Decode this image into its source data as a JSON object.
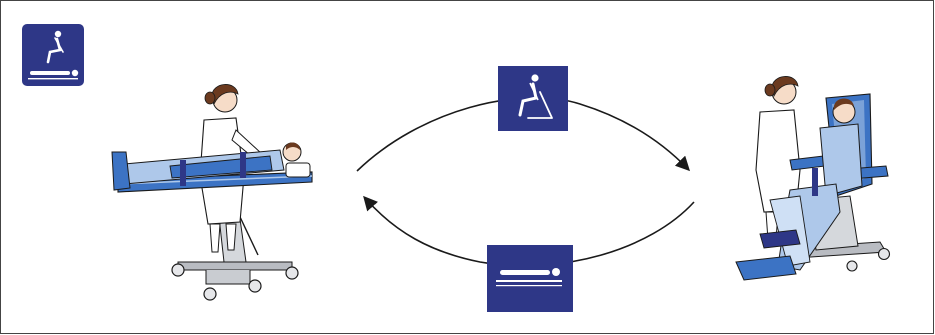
{
  "diagram": {
    "type": "position-conversion",
    "positions": [
      "lying",
      "sitting"
    ],
    "icons": {
      "mode_badge": "sit-lie-icon",
      "top_transition": "seated-position-icon",
      "bottom_transition": "lying-position-icon"
    },
    "arrows": {
      "top": "lying-to-sitting",
      "bottom": "sitting-to-lying"
    },
    "colors": {
      "navy": "#2e3787",
      "blue": "#3c73c4",
      "light_blue": "#aec8ea",
      "pale_blue": "#cfe0f5",
      "skin": "#f6dcc8",
      "hair": "#6b3a1f",
      "gray": "#b9bcc2",
      "outline": "#1a1a1a"
    }
  }
}
